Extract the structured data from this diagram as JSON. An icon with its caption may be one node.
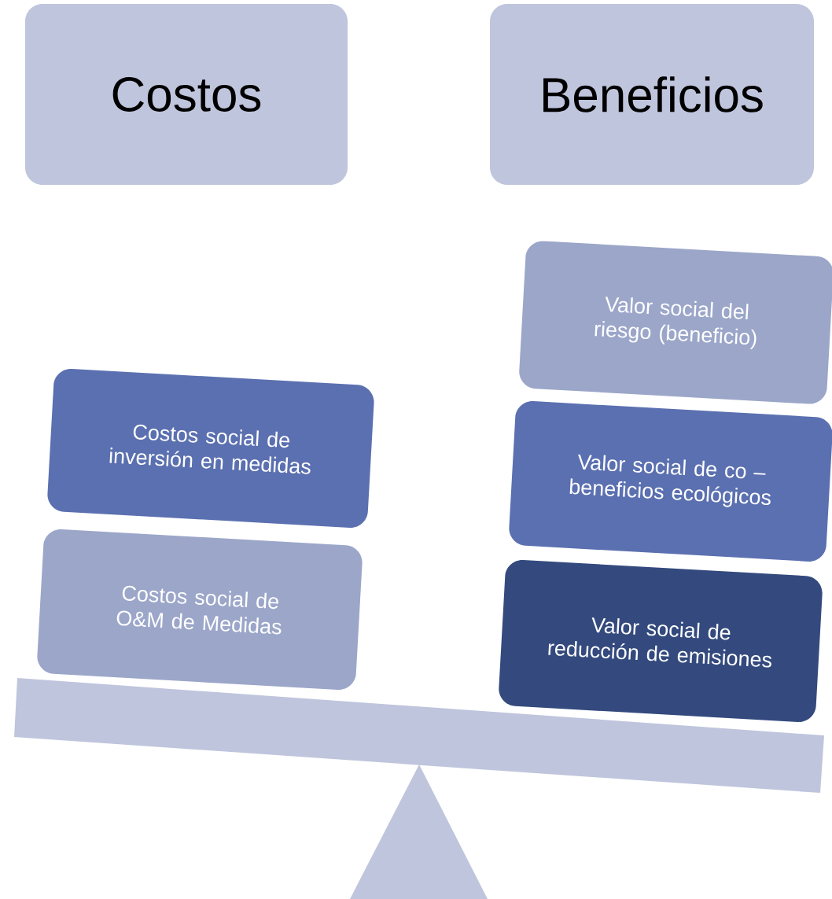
{
  "diagram": {
    "nodes": [
      {
        "text": [
          "Costos"
        ]
      },
      {
        "text": [
          "Beneficios"
        ]
      },
      {
        "text": [
          "Valor social del riesgo (beneficio)"
        ]
      },
      {
        "text": [
          "Costos  social de inversión en medidas"
        ]
      },
      {
        "text": [
          "Valor social de co – beneficios ecológicos"
        ]
      },
      {
        "text": [
          "Costos social de O&M de Medidas"
        ]
      },
      {
        "text": [
          "Valor social de reducción de emisiones"
        ]
      }
    ]
  }
}
